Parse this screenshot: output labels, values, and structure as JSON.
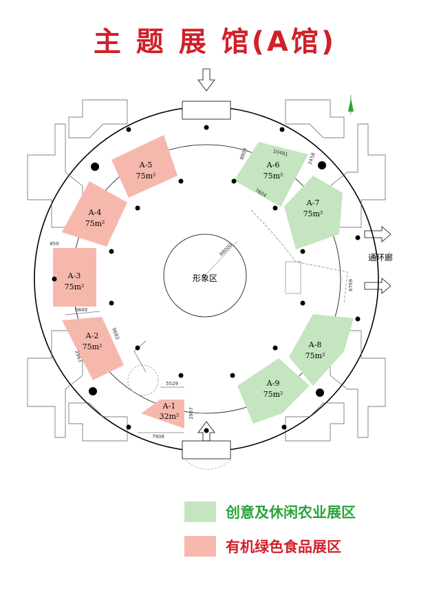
{
  "title": "主 题 展 馆(A馆)",
  "center_label": "形象区",
  "corridor_label": "通环廊",
  "colors": {
    "green": "#c5e4c0",
    "pink": "#f6b8ad",
    "title_red": "#d0202a",
    "legend_green": "#2aa33a",
    "legend_red": "#d0202a"
  },
  "booths": [
    {
      "id": "A-1",
      "area": "32m²",
      "zone": "pink"
    },
    {
      "id": "A-2",
      "area": "75m²",
      "zone": "pink"
    },
    {
      "id": "A-3",
      "area": "75m²",
      "zone": "pink"
    },
    {
      "id": "A-4",
      "area": "75m²",
      "zone": "pink"
    },
    {
      "id": "A-5",
      "area": "75m²",
      "zone": "pink"
    },
    {
      "id": "A-6",
      "area": "75m²",
      "zone": "green"
    },
    {
      "id": "A-7",
      "area": "75m²",
      "zone": "green"
    },
    {
      "id": "A-8",
      "area": "75m²",
      "zone": "green"
    },
    {
      "id": "A-9",
      "area": "75m²",
      "zone": "green"
    }
  ],
  "dimensions": [
    "5529",
    "7908",
    "2967",
    "6849",
    "9683",
    "2963",
    "10491",
    "8808",
    "7604",
    "6769",
    "2458",
    "R8000",
    "850"
  ],
  "legend": [
    {
      "label": "创意及休闲农业展区",
      "color": "green"
    },
    {
      "label": "有机绿色食品展区",
      "color": "pink"
    }
  ]
}
